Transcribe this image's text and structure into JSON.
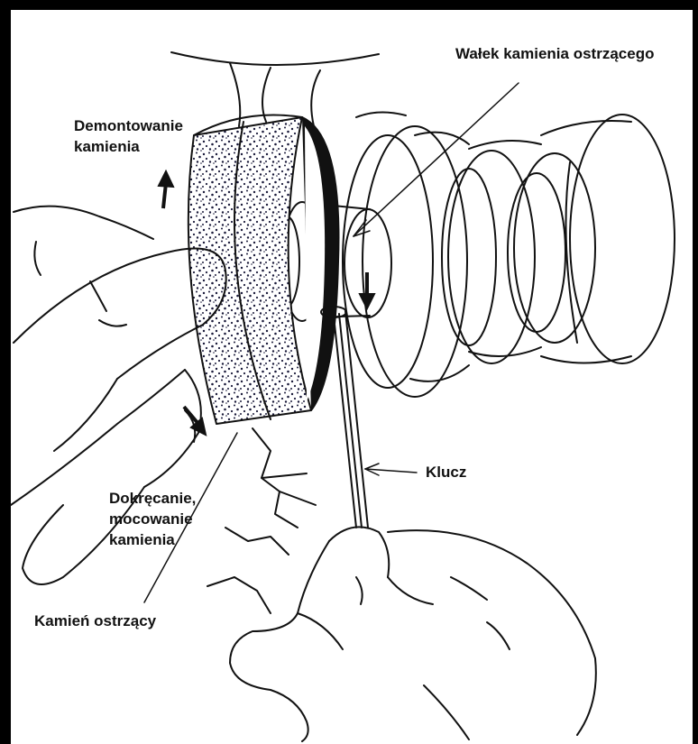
{
  "labels": {
    "shaft": "Wałek kamienia ostrzącego",
    "dismount_line1": "Demontowanie",
    "dismount_line2": "kamienia",
    "tighten_line1": "Dokręcanie,",
    "tighten_line2": "mocowanie",
    "tighten_line3": "kamienia",
    "wrench": "Klucz",
    "stone": "Kamień ostrzący"
  },
  "colors": {
    "frame": "#000000",
    "ink": "#111111",
    "background": "#ffffff"
  }
}
